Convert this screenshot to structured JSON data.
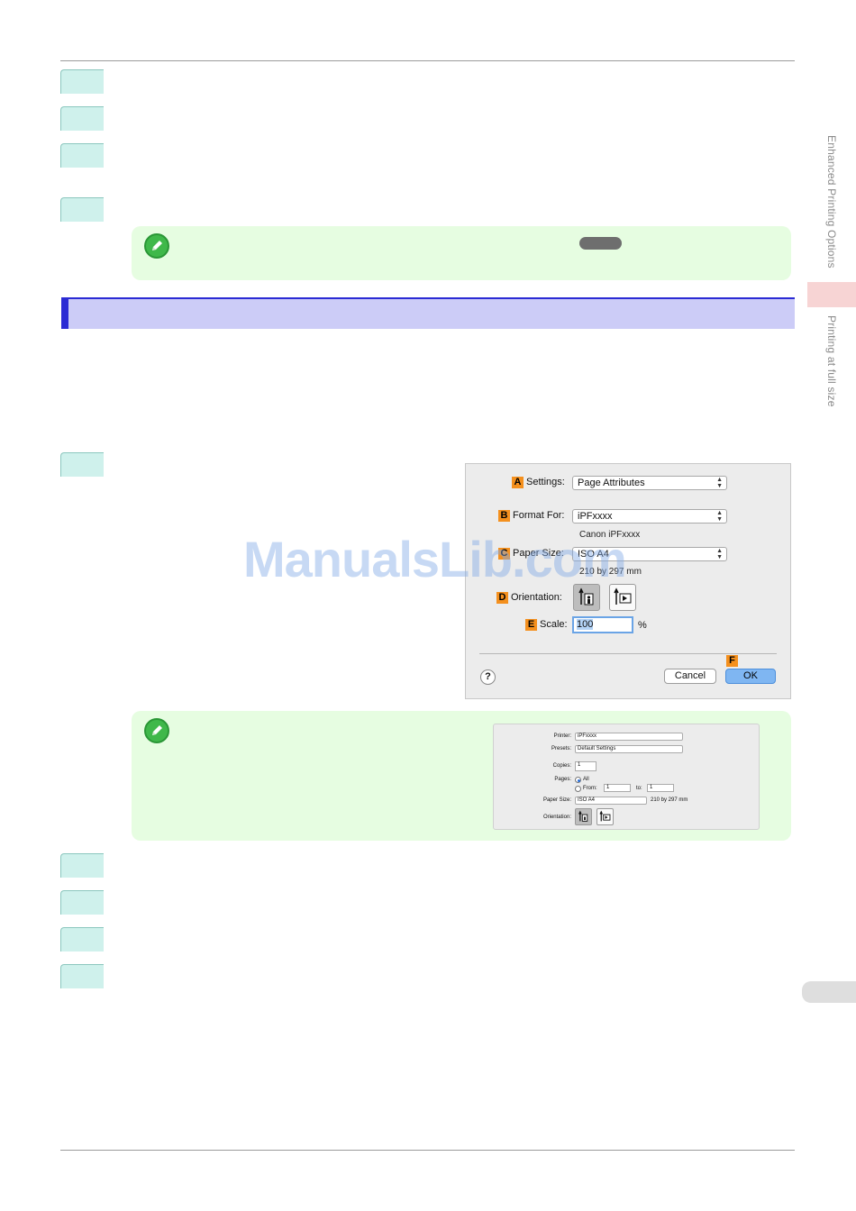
{
  "side_nav": {
    "chapter": "Enhanced Printing Options",
    "section": "Printing at full size"
  },
  "watermark": "ManualsLib.com",
  "page_setup_dialog": {
    "settings": {
      "badge": "A",
      "label": "Settings:",
      "value": "Page Attributes"
    },
    "format_for": {
      "badge": "B",
      "label": "Format For:",
      "value": "iPFxxxx",
      "subtext": "Canon iPFxxxx"
    },
    "paper_size": {
      "badge": "C",
      "label": "Paper Size:",
      "value": "ISO A4",
      "subtext": "210 by 297 mm"
    },
    "orientation": {
      "badge": "D",
      "label": "Orientation:"
    },
    "scale": {
      "badge": "E",
      "label": "Scale:",
      "value": "100",
      "unit": "%"
    },
    "help": "?",
    "cancel": "Cancel",
    "ok_badge": "F",
    "ok": "OK"
  },
  "print_dialog": {
    "printer_label": "Printer:",
    "printer_value": "iPFxxxx",
    "presets_label": "Presets:",
    "presets_value": "Default Settings",
    "copies_label": "Copies:",
    "copies_value": "1",
    "pages_label": "Pages:",
    "pages_all": "All",
    "pages_from": "From:",
    "from_value": "1",
    "pages_to": "to:",
    "to_value": "1",
    "paper_size_label": "Paper Size:",
    "paper_size_value": "ISO A4",
    "paper_size_dims": "210 by 297 mm",
    "orientation_label": "Orientation:"
  },
  "icons": {
    "note": "pencil-note-icon",
    "select_arrows": "updown-arrows-icon",
    "portrait": "portrait-orientation-icon",
    "landscape": "landscape-orientation-icon"
  },
  "colors": {
    "step_tab": "#cff1ec",
    "note_bg": "#e6fde1",
    "section_bar": "#ccccf7",
    "section_accent": "#2b2bd4",
    "badge": "#f4901e",
    "ok_button": "#7fb6f2"
  }
}
